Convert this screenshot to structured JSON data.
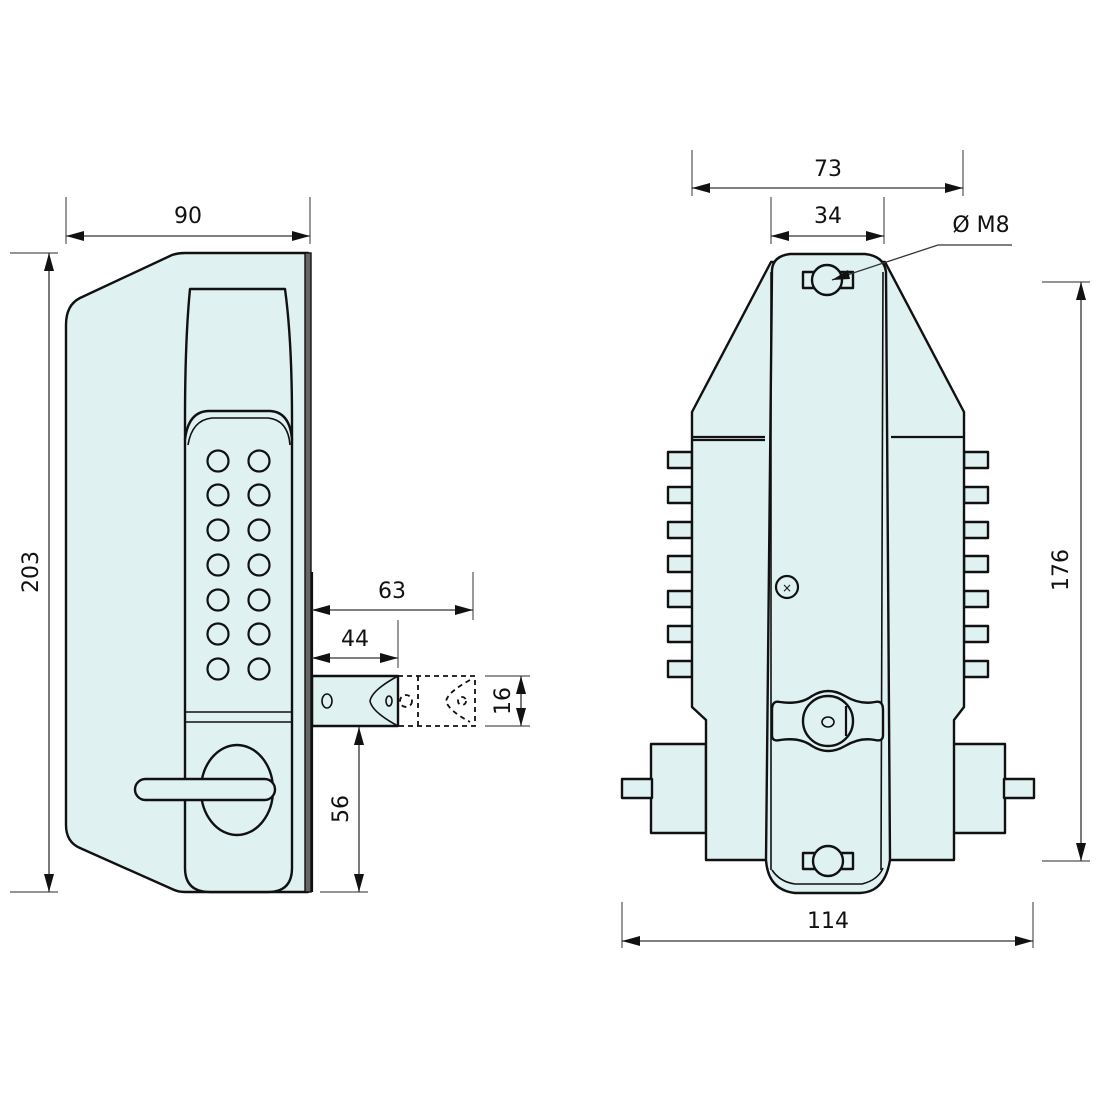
{
  "colors": {
    "part_fill": "#dff1f1",
    "outline": "#111111",
    "background": "#ffffff"
  },
  "side_view": {
    "dimensions": {
      "width": "90",
      "height": "203",
      "latch_throw_extended": "63",
      "latch_throw": "44",
      "latch_height": "16",
      "latch_from_bottom": "56"
    },
    "keypad": {
      "rows": 7,
      "columns": 2
    }
  },
  "front_view": {
    "dimensions": {
      "overall_height_width": "73",
      "center_width": "34",
      "bolt_diameter": "Ø M8",
      "total_width": "114",
      "bolt_spacing": "176"
    },
    "tabs_per_side": 7
  }
}
